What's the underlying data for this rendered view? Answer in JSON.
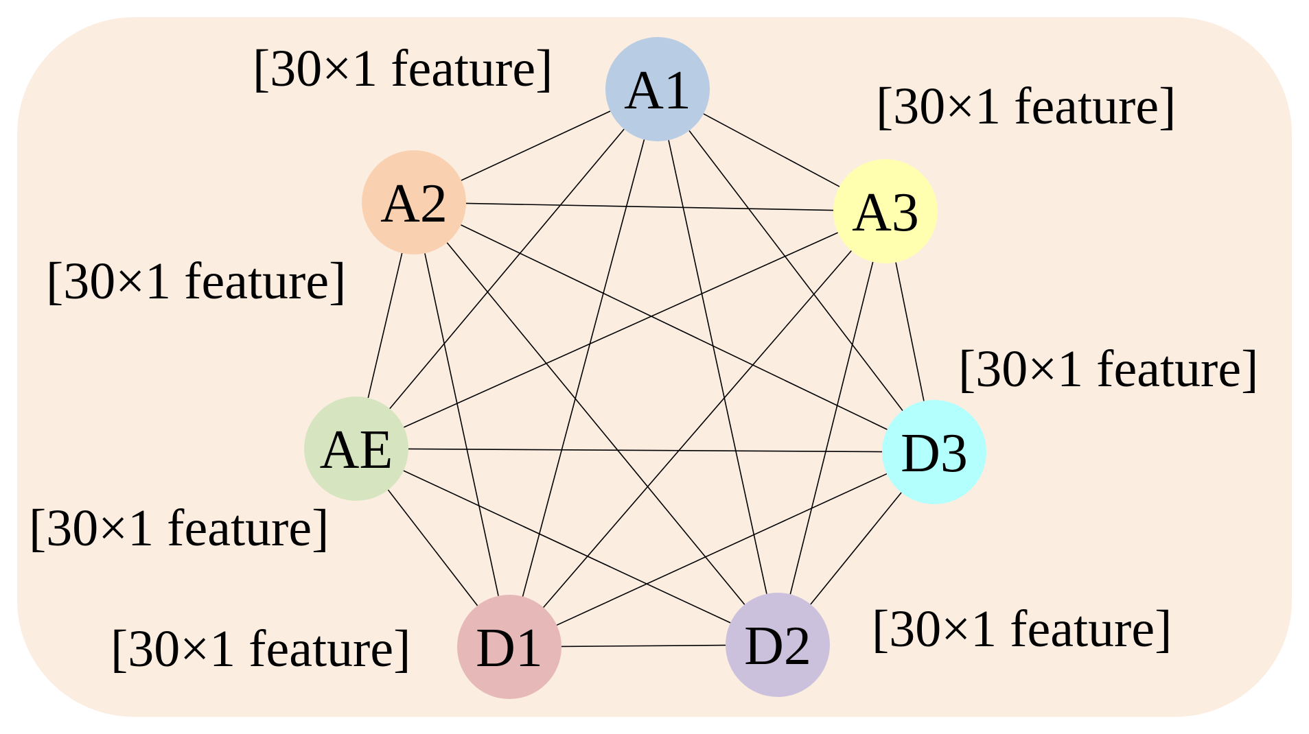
{
  "diagram": {
    "background_color": "#fcede1",
    "nodes": [
      {
        "id": "A1",
        "label": "A1",
        "color": "#b8cce4",
        "feature_label": "[30×1 feature]"
      },
      {
        "id": "A2",
        "label": "A2",
        "color": "#fad1b0",
        "feature_label": "[30×1 feature]"
      },
      {
        "id": "A3",
        "label": "A3",
        "color": "#ffffaf",
        "feature_label": "[30×1 feature]"
      },
      {
        "id": "AE",
        "label": "AE",
        "color": "#d6e4bf",
        "feature_label": "[30×1 feature]"
      },
      {
        "id": "D3",
        "label": "D3",
        "color": "#b2fffd",
        "feature_label": "[30×1 feature]"
      },
      {
        "id": "D1",
        "label": "D1",
        "color": "#e6b8b8",
        "feature_label": "[30×1 feature]"
      },
      {
        "id": "D2",
        "label": "D2",
        "color": "#ccc1dc",
        "feature_label": "[30×1 feature]"
      }
    ],
    "edges": [
      [
        "A1",
        "A2"
      ],
      [
        "A1",
        "A3"
      ],
      [
        "A1",
        "AE"
      ],
      [
        "A1",
        "D1"
      ],
      [
        "A1",
        "D2"
      ],
      [
        "A1",
        "D3"
      ],
      [
        "A2",
        "A3"
      ],
      [
        "A2",
        "AE"
      ],
      [
        "A2",
        "D1"
      ],
      [
        "A2",
        "D2"
      ],
      [
        "A2",
        "D3"
      ],
      [
        "A3",
        "AE"
      ],
      [
        "A3",
        "D1"
      ],
      [
        "A3",
        "D2"
      ],
      [
        "A3",
        "D3"
      ],
      [
        "AE",
        "D1"
      ],
      [
        "AE",
        "D2"
      ],
      [
        "AE",
        "D3"
      ],
      [
        "D1",
        "D2"
      ],
      [
        "D1",
        "D3"
      ],
      [
        "D2",
        "D3"
      ]
    ]
  }
}
